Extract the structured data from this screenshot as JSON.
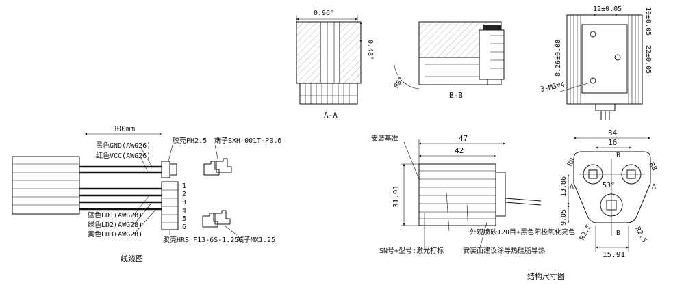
{
  "views": {
    "section_aa": {
      "angle_top": "0.96°",
      "angle_side": "0.48°",
      "caption": "A-A"
    },
    "section_bb": {
      "angle": "90°",
      "caption": "B-B"
    },
    "top_view": {
      "dim_12": "12±0.05",
      "dim_10": "10±0.05",
      "dim_826": "8.26±0.08",
      "dim_22": "22±0.05",
      "thread": "3-M3▽4"
    }
  },
  "cable": {
    "length": "300mm",
    "wires": [
      "黑色GND(AWG26)",
      "红色VCC(AWG26)",
      "蓝色LD1(AWG28)",
      "绿色LD2(AWG28)",
      "黄色LD3(AWG28)"
    ],
    "connector_top": "胶壳PH2.5",
    "terminal_top": "端子SXH-001T-P0.6",
    "connector_bottom": "胶壳HRS F13-6S-1.25C",
    "terminal_bottom": "端子MX1.25",
    "pins": [
      "1",
      "2",
      "3",
      "4",
      "5",
      "6"
    ],
    "caption": "线缆图"
  },
  "side_view": {
    "datum": "安装基准",
    "dim_47": "47",
    "dim_42": "42",
    "dim_3191": "31.91",
    "note_finish": "外观喷砂120目+黑色阳极氧化亮色",
    "note_sn": "SN号+型号:激光打标",
    "note_mount": "安装面建议涂导热硅脂导热"
  },
  "front_view": {
    "dim_34": "34",
    "dim_16": "16",
    "r8_left": "R8",
    "r8_right": "R8",
    "angle": "53°",
    "dim_1386": "13.86",
    "dim_905": "9.05",
    "r25_left": "R2.5",
    "r25_right": "R2.5",
    "dim_1591": "15.91",
    "label_b_top": "B",
    "label_b_bottom": "B",
    "label_a_left": "A",
    "label_a_right": "A",
    "caption": "结构尺寸图"
  }
}
